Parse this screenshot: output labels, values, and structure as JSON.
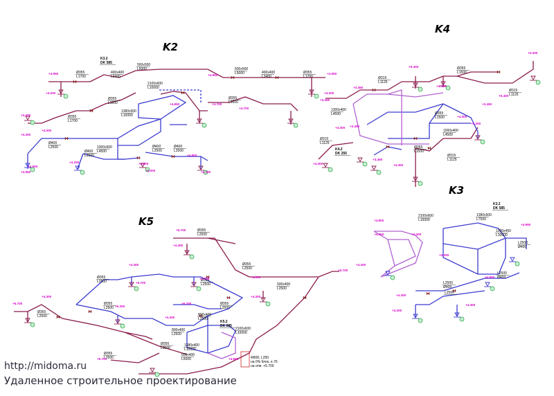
{
  "units": [
    {
      "id": "K2",
      "title": "K2",
      "tag": "K3.2",
      "sub": "DK 585"
    },
    {
      "id": "K4",
      "title": "K4",
      "tag": "K4.2",
      "sub": "DK 255"
    },
    {
      "id": "K3",
      "title": "K3",
      "tag": "K3.2",
      "sub": "DK 585"
    },
    {
      "id": "K5",
      "title": "K5",
      "tag": "K5.2",
      "sub": "DK 585"
    }
  ],
  "k2_labels": [
    "500x500",
    "L5000",
    "400x400",
    "L3400",
    "2100x600",
    "L10000",
    "500x500",
    "L5000",
    "400x400",
    "L3400",
    "Ø355",
    "L1700",
    "Ø355",
    "L1700",
    "Ø355",
    "L1600",
    "Ø355",
    "L1600",
    "1380x500",
    "L10000",
    "Ø355",
    "L1700",
    "Ø400",
    "L2500",
    "Ø400",
    "L2500",
    "1000x500",
    "L4500",
    "Ø400",
    "L2500",
    "Ø400",
    "L2500"
  ],
  "k2_levels": [
    "+4.950",
    "+4.200",
    "+4.950",
    "+4.200",
    "+4.950",
    "+4.950",
    "+4.700",
    "+4.700",
    "+4.300",
    "+4.300",
    "+4.300",
    "+4.950",
    "+4.950",
    "+4.200",
    "+4.800",
    "+4.300",
    "+4.800",
    "+4.300"
  ],
  "k4_labels": [
    "Ø355",
    "L1500",
    "Ø315",
    "L1125",
    "Ø315",
    "L1125",
    "1300x400",
    "L4500",
    "Ø355",
    "L1500",
    "Ø315",
    "L1125",
    "Ø355",
    "L1500",
    "1000x400",
    "L4500",
    "Ø315",
    "L1125"
  ],
  "k4_levels": [
    "+5.400",
    "+4.300",
    "+3.450",
    "+3.450",
    "+4.300",
    "+5.400",
    "+4.300",
    "+3.400",
    "+4.300",
    "+3.450",
    "+3.450",
    "+4.300",
    "+3.300",
    "+4.300"
  ],
  "k3_labels": [
    "2100x600",
    "L10000",
    "1380x500",
    "L7500",
    "1000x450",
    "L10000",
    "L2500",
    "Ø400",
    "L2500",
    "Ø400",
    "L2500",
    "Ø400",
    "L2500"
  ],
  "k3_levels": [
    "+4.800",
    "+4.950",
    "+4.300",
    "+4.300",
    "+4.950",
    "+4.800",
    "+4.300",
    "+4.300",
    "+4.300",
    "+4.300"
  ],
  "k5_labels": [
    "Ø355",
    "L2500",
    "Ø355",
    "L2500",
    "Ø355",
    "L2500",
    "Ø355",
    "L2500",
    "500x400",
    "L2500",
    "Ø355",
    "L2500",
    "800x400",
    "L2500",
    "800x400",
    "L2500",
    "Ø355",
    "L2500",
    "2100x600",
    "L10000",
    "1380x400",
    "L10000",
    "600x400",
    "L5000",
    "Ø355",
    "L2500",
    "Ø355",
    "L2500",
    "Ø355",
    "L2500"
  ],
  "k5_levels": [
    "+5.700",
    "+4.300",
    "+4.300",
    "+5.700",
    "+4.300",
    "+5.300",
    "+4.300",
    "+5.700",
    "+4.300",
    "+5.700",
    "+5.700",
    "+4.950",
    "+4.300",
    "+5.700",
    "+4.300"
  ],
  "k5_note": [
    "Ф800, L250",
    "на 0% блок. е.76",
    "на отм. +5.700"
  ],
  "footer": {
    "url": "http://midoma.ru",
    "text": "Удаленное строительное проектирование"
  },
  "colors": {
    "pipe": "#8a1a4a",
    "duct": "#3a3ad0",
    "lilac": "#b060d0",
    "green": "#1aa040",
    "level": "#d800c8",
    "valve": "#d02020"
  }
}
